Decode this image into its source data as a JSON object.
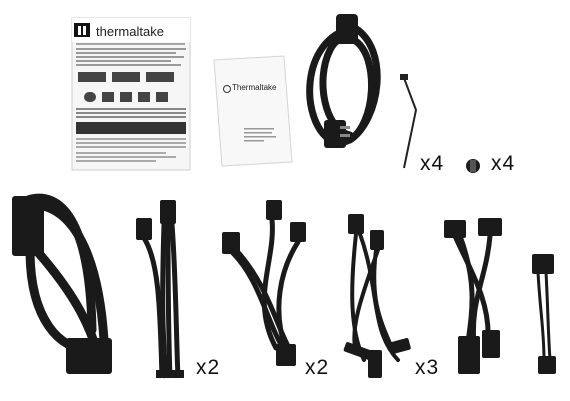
{
  "manual": {
    "brand": "thermaltake"
  },
  "booklet": {
    "brand": "Thermaltake"
  },
  "quantities": {
    "cable_tie": "x4",
    "screw": "x4",
    "pcie_cable": "x2",
    "eps_cable": "x2",
    "sata_cable": "x3"
  },
  "colors": {
    "cable": "#1a1a1a",
    "paper": "#f4f4f4",
    "background": "#ffffff"
  }
}
